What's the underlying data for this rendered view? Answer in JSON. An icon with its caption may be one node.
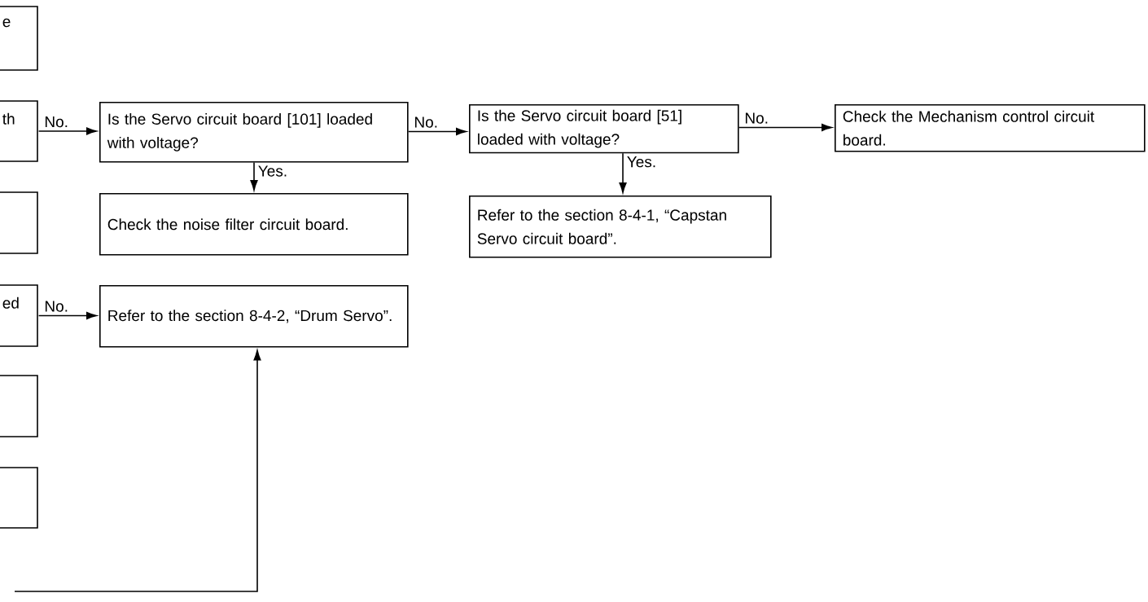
{
  "diagram": {
    "nodes": [
      {
        "text": [
          "e"
        ]
      },
      {
        "text": [
          "th"
        ]
      },
      {
        "text": [
          "Is the Servo circuit board [101] loaded with voltage?"
        ]
      },
      {
        "text": [
          "Is the Servo circuit board [51] loaded with voltage?"
        ]
      },
      {
        "text": [
          "Check the Mechanism control circuit board."
        ]
      },
      {
        "text": [],
        "shape": "box"
      },
      {
        "text": [
          "Check the noise filter circuit board."
        ]
      },
      {
        "text": [
          "Refer to the section 8-4-1, “Capstan Servo circuit board”."
        ]
      },
      {
        "text": [
          "ed"
        ]
      },
      {
        "text": [
          "Refer to the section 8-4-2, “Drum Servo”."
        ]
      },
      {
        "text": [],
        "shape": "box"
      },
      {
        "text": [],
        "shape": "box"
      }
    ],
    "edges": [
      {
        "from": 1,
        "to": 2,
        "arrow": "to",
        "label": "No."
      },
      {
        "from": 2,
        "to": 3,
        "arrow": "to",
        "label": "No."
      },
      {
        "from": 3,
        "to": 4,
        "arrow": "to",
        "label": "No."
      },
      {
        "from": 2,
        "to": 6,
        "arrow": "to",
        "label": "Yes."
      },
      {
        "from": 3,
        "to": 7,
        "arrow": "to",
        "label": "Yes."
      },
      {
        "from": 8,
        "to": 9,
        "arrow": "to",
        "label": "No."
      },
      {
        "from": null,
        "to": 9,
        "arrow": "to"
      }
    ]
  }
}
